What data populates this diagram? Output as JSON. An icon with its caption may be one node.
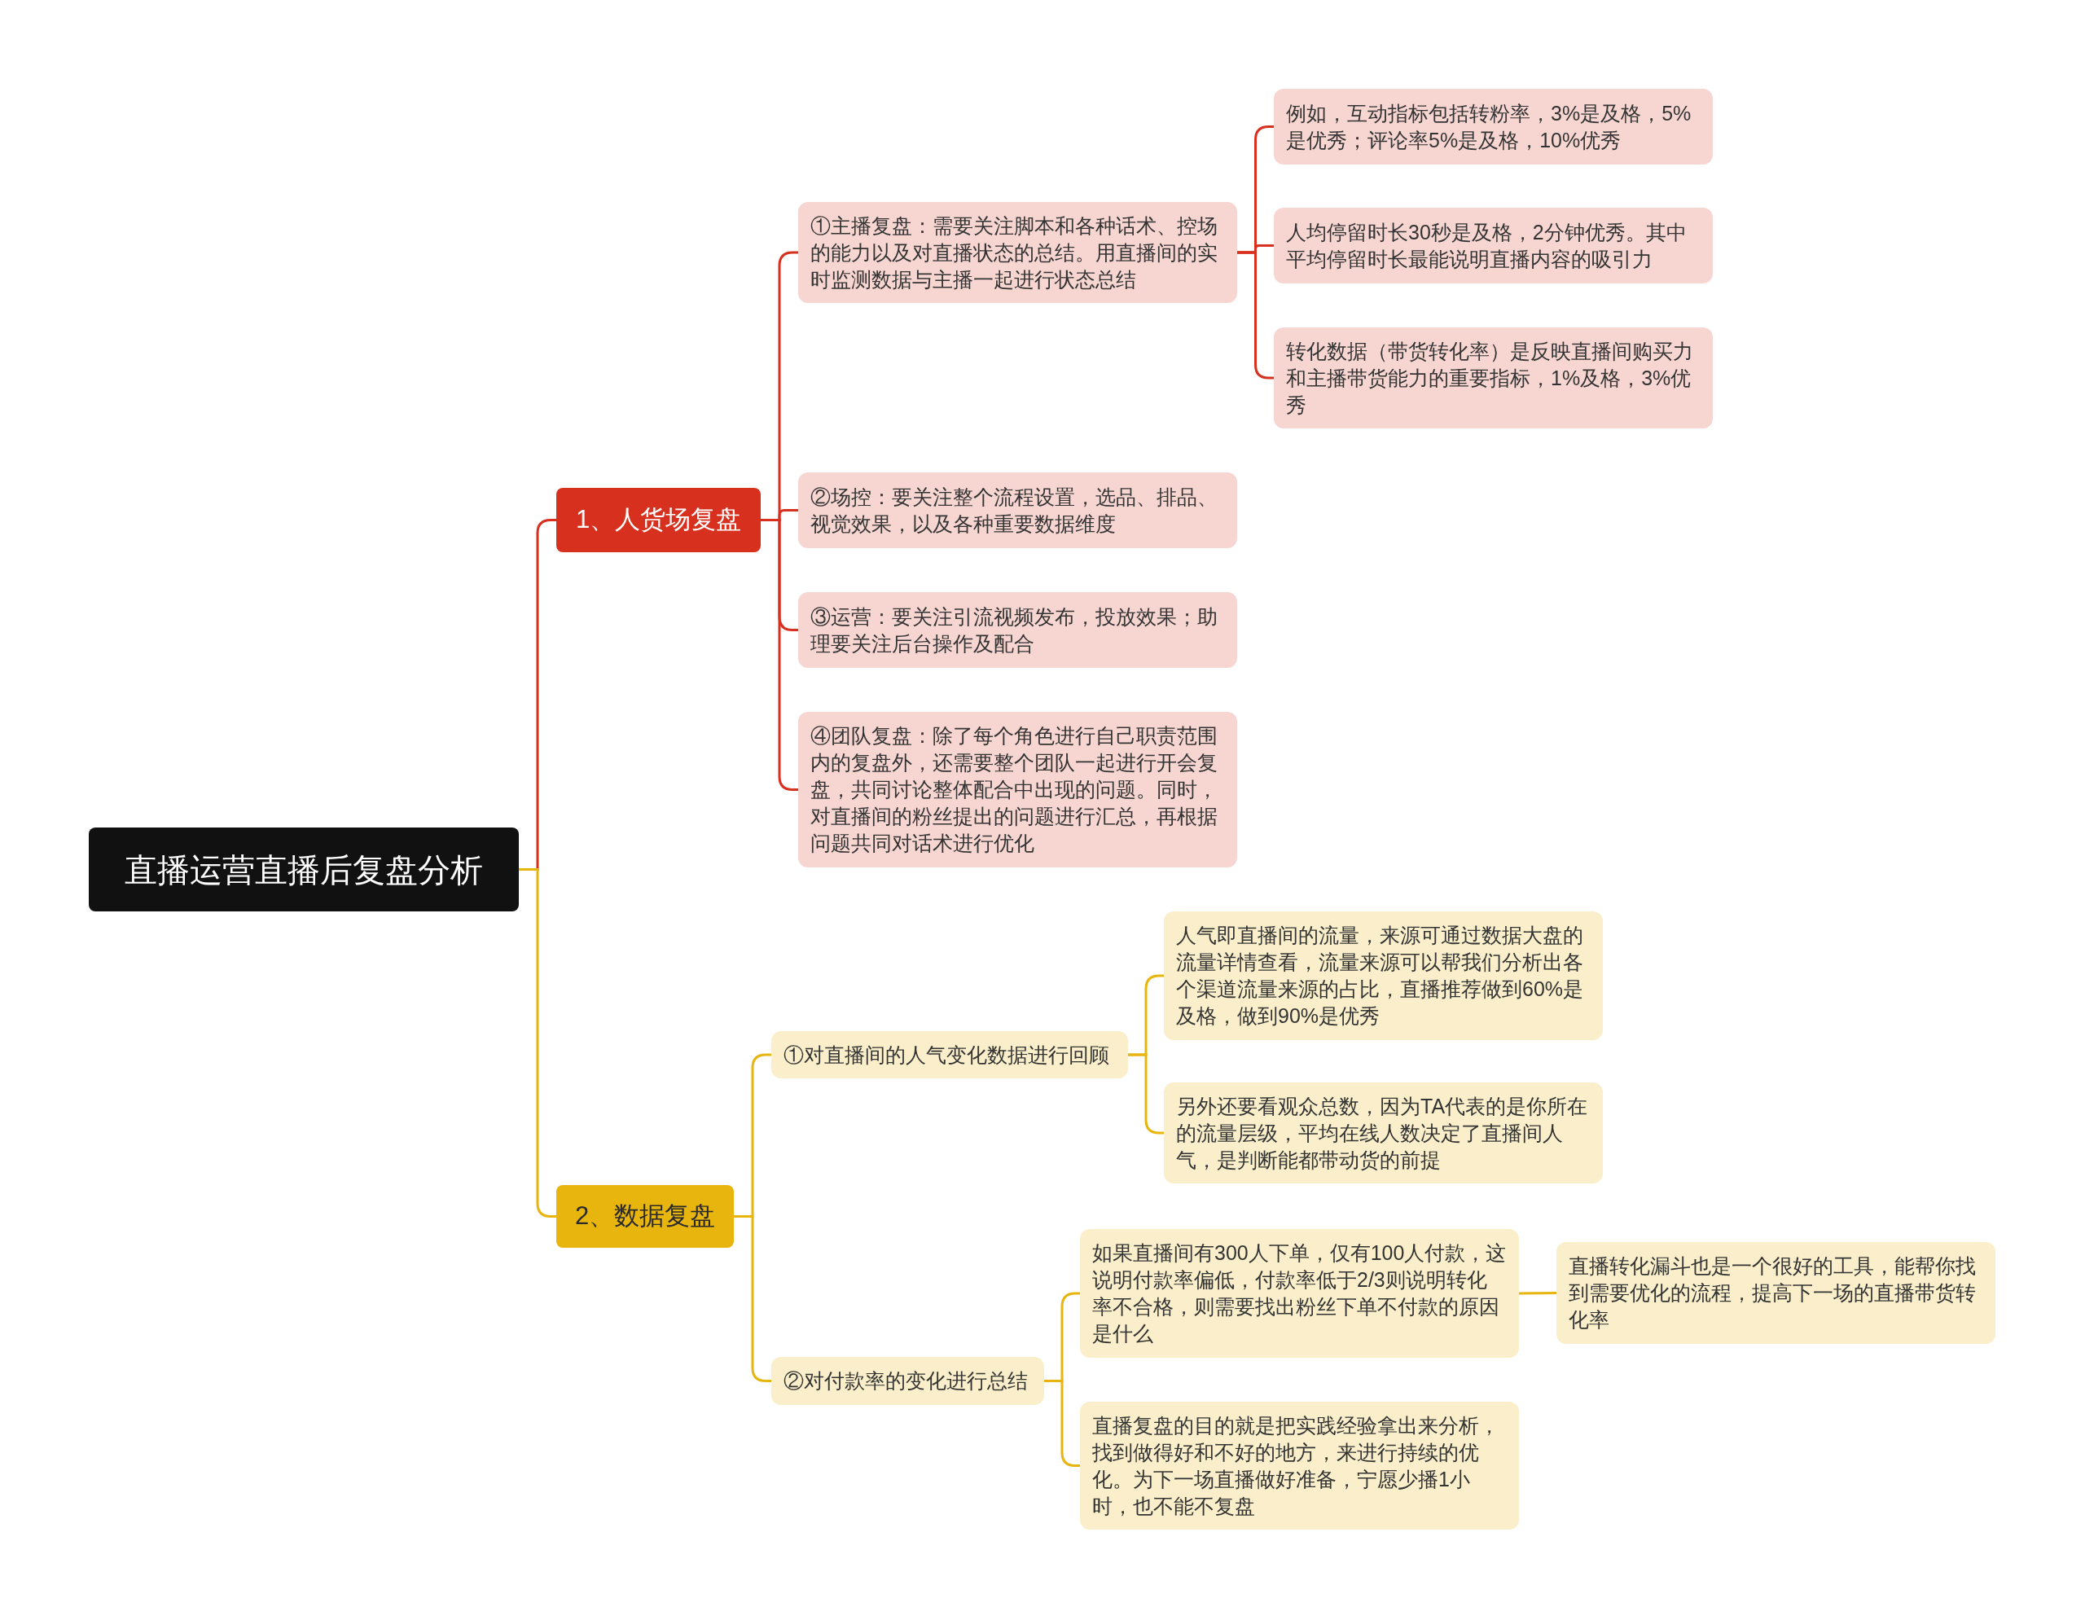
{
  "diagram": {
    "nodes": [
      {
        "text": [
          "直播运营直播后复盘分析"
        ]
      },
      {
        "text": [
          "1、人货场复盘"
        ]
      },
      {
        "text": [
          "①主播复盘：需要关注脚本和各种话术、控场的能力以及对直播状态的总结。用直播间的实时监测数据与主播一起进行状态总结"
        ]
      },
      {
        "text": [
          "例如，互动指标包括转粉率，3%是及格，5%是优秀；评论率5%是及格，10%优秀"
        ]
      },
      {
        "text": [
          "人均停留时长30秒是及格，2分钟优秀。其中平均停留时长最能说明直播内容的吸引力"
        ]
      },
      {
        "text": [
          "转化数据（带货转化率）是反映直播间购买力和主播带货能力的重要指标，1%及格，3%优秀"
        ]
      },
      {
        "text": [
          "②场控：要关注整个流程设置，选品、排品、视觉效果，以及各种重要数据维度"
        ]
      },
      {
        "text": [
          "③运营：要关注引流视频发布，投放效果；助理要关注后台操作及配合"
        ]
      },
      {
        "text": [
          "④团队复盘：除了每个角色进行自己职责范围内的复盘外，还需要整个团队一起进行开会复盘，共同讨论整体配合中出现的问题。同时，对直播间的粉丝提出的问题进行汇总，再根据问题共同对话术进行优化"
        ]
      },
      {
        "text": [
          "2、数据复盘"
        ]
      },
      {
        "text": [
          "①对直播间的人气变化数据进行回顾"
        ]
      },
      {
        "text": [
          "人气即直播间的流量，来源可通过数据大盘的流量详情查看，流量来源可以帮我们分析出各个渠道流量来源的占比，直播推荐做到60%是及格，做到90%是优秀"
        ]
      },
      {
        "text": [
          "另外还要看观众总数，因为TA代表的是你所在的流量层级，平均在线人数决定了直播间人气，是判断能都带动货的前提"
        ]
      },
      {
        "text": [
          "②对付款率的变化进行总结"
        ]
      },
      {
        "text": [
          "如果直播间有300人下单，仅有100人付款，这说明付款率偏低，付款率低于2/3则说明转化率不合格，则需要找出粉丝下单不付款的原因是什么"
        ]
      },
      {
        "text": [
          "直播复盘的目的就是把实践经验拿出来分析，找到做得好和不好的地方，来进行持续的优化。为下一场直播做好准备，宁愿少播1小时，也不能不复盘"
        ]
      },
      {
        "text": [
          "直播转化漏斗也是一个很好的工具，能帮你找到需要优化的流程，提高下一场的直播带货转化率"
        ]
      }
    ],
    "edges": [
      {
        "from": 0,
        "to": 1,
        "arrow": "none",
        "color": "#d8301f"
      },
      {
        "from": 1,
        "to": 2,
        "arrow": "none",
        "color": "#d8301f"
      },
      {
        "from": 2,
        "to": 3,
        "arrow": "none",
        "color": "#d8301f"
      },
      {
        "from": 2,
        "to": 4,
        "arrow": "none",
        "color": "#d8301f"
      },
      {
        "from": 2,
        "to": 5,
        "arrow": "none",
        "color": "#d8301f"
      },
      {
        "from": 1,
        "to": 6,
        "arrow": "none",
        "color": "#d8301f"
      },
      {
        "from": 1,
        "to": 7,
        "arrow": "none",
        "color": "#d8301f"
      },
      {
        "from": 1,
        "to": 8,
        "arrow": "none",
        "color": "#d8301f"
      },
      {
        "from": 0,
        "to": 9,
        "arrow": "none",
        "color": "#e8b50f"
      },
      {
        "from": 9,
        "to": 10,
        "arrow": "none",
        "color": "#e8b50f"
      },
      {
        "from": 10,
        "to": 11,
        "arrow": "none",
        "color": "#e8b50f"
      },
      {
        "from": 10,
        "to": 12,
        "arrow": "none",
        "color": "#e8b50f"
      },
      {
        "from": 9,
        "to": 13,
        "arrow": "none",
        "color": "#e8b50f"
      },
      {
        "from": 13,
        "to": 14,
        "arrow": "none",
        "color": "#e8b50f"
      },
      {
        "from": 13,
        "to": 15,
        "arrow": "none",
        "color": "#e8b50f"
      },
      {
        "from": 14,
        "to": 16,
        "arrow": "none",
        "color": "#e8b50f"
      }
    ]
  }
}
